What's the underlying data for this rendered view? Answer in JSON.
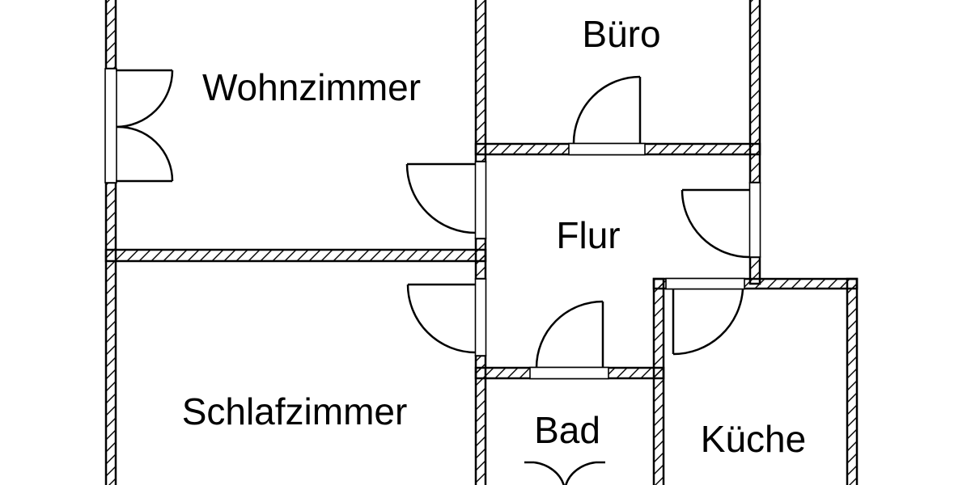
{
  "colors": {
    "background": "#ffffff",
    "line": "#000000"
  },
  "rooms": [
    {
      "id": "wohnzimmer",
      "label": "Wohnzimmer"
    },
    {
      "id": "buero",
      "label": "Büro"
    },
    {
      "id": "flur",
      "label": "Flur"
    },
    {
      "id": "schlafzimmer",
      "label": "Schlafzimmer"
    },
    {
      "id": "bad",
      "label": "Bad"
    },
    {
      "id": "kueche",
      "label": "Küche"
    }
  ]
}
